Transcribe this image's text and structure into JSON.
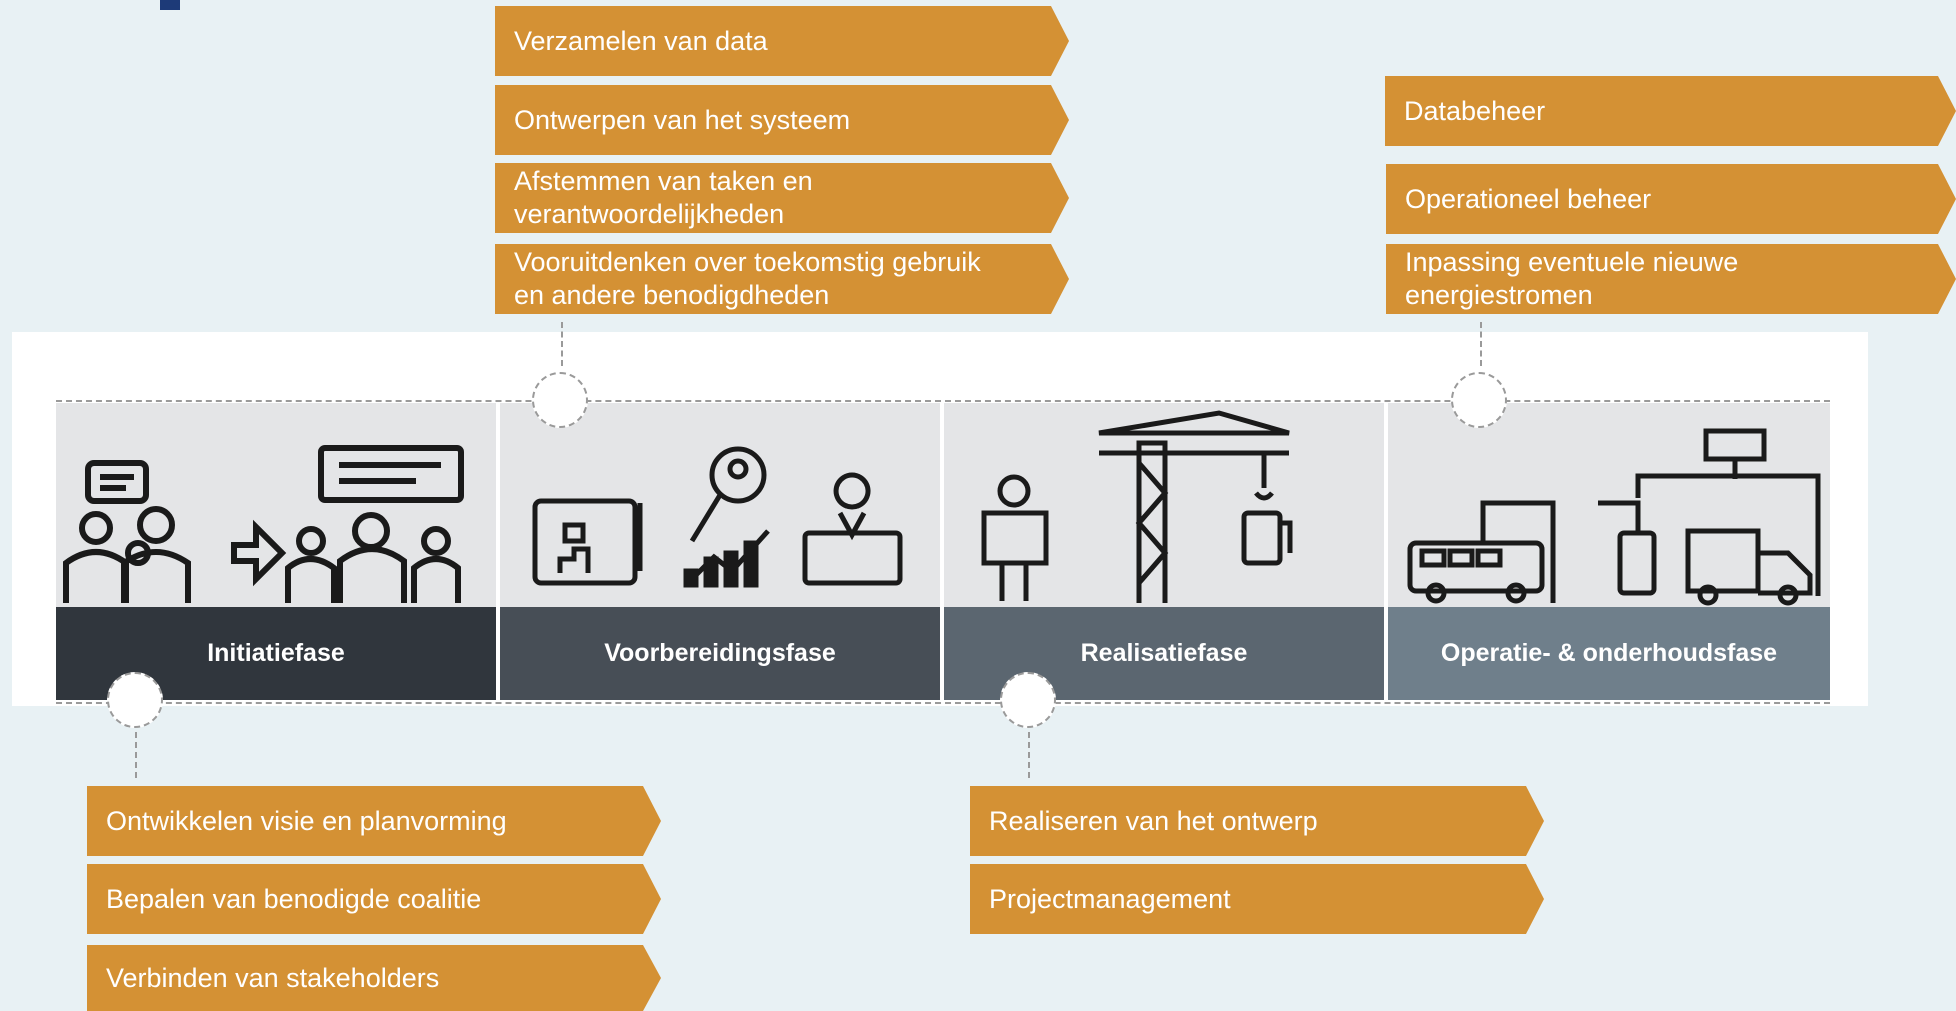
{
  "top_arrows": [
    "Verzamelen van data",
    "Ontwerpen van het systeem",
    "Afstemmen van taken en\nverantwoordelijkheden",
    "Vooruitdenken over toekomstig gebruik\nen andere benodigdheden"
  ],
  "right_arrows": [
    "Databeheer",
    "Operationeel beheer",
    "Inpassing eventuele nieuwe\nenergiestromen"
  ],
  "bottom_left_arrows": [
    "Ontwikkelen visie en planvorming",
    "Bepalen van benodigde coalitie",
    "Verbinden van stakeholders"
  ],
  "bottom_mid_arrows": [
    "Realiseren van het ontwerp",
    "Projectmanagement"
  ],
  "phases": [
    {
      "label": "Initiatiefase",
      "color": "#30363d",
      "icon": "people-discussion-icon"
    },
    {
      "label": "Voorbereidingsfase",
      "color": "#474e56",
      "icon": "planning-icon"
    },
    {
      "label": "Realisatiefase",
      "color": "#5b6670",
      "icon": "construction-crane-icon"
    },
    {
      "label": "Operatie- & onderhoudsfase",
      "color": "#6f7f8b",
      "icon": "charging-bus-icon"
    }
  ],
  "colors": {
    "arrow": "#d49134",
    "background": "#e8f1f4"
  }
}
